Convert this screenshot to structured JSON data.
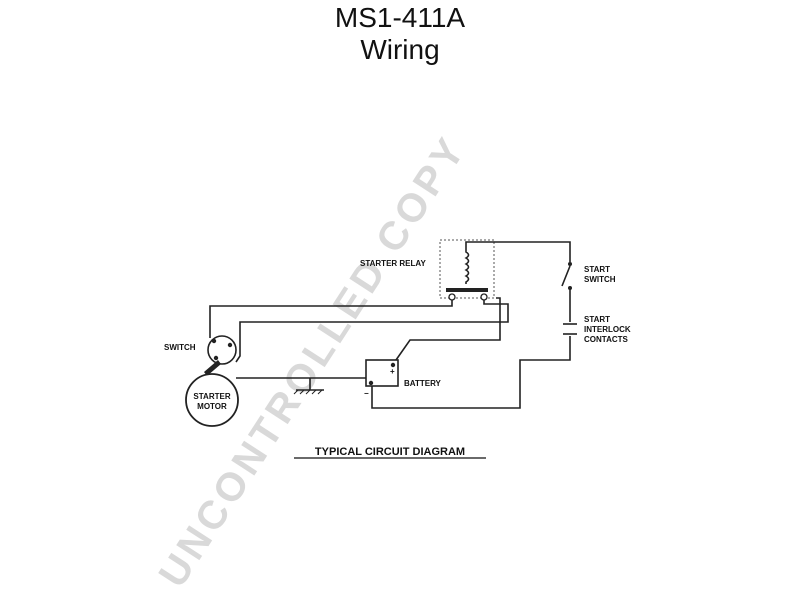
{
  "title_line1": "MS1-411A",
  "title_line2": "Wiring",
  "watermark": "UNCONTROLLED COPY",
  "labels": {
    "starter_relay": "STARTER RELAY",
    "start_switch_1": "START",
    "start_switch_2": "SWITCH",
    "interlock_1": "START",
    "interlock_2": "INTERLOCK",
    "interlock_3": "CONTACTS",
    "switch": "SWITCH",
    "starter_motor_1": "STARTER",
    "starter_motor_2": "MOTOR",
    "battery": "BATTERY",
    "battery_plus": "+",
    "battery_minus": "−"
  },
  "caption": "TYPICAL CIRCUIT DIAGRAM"
}
